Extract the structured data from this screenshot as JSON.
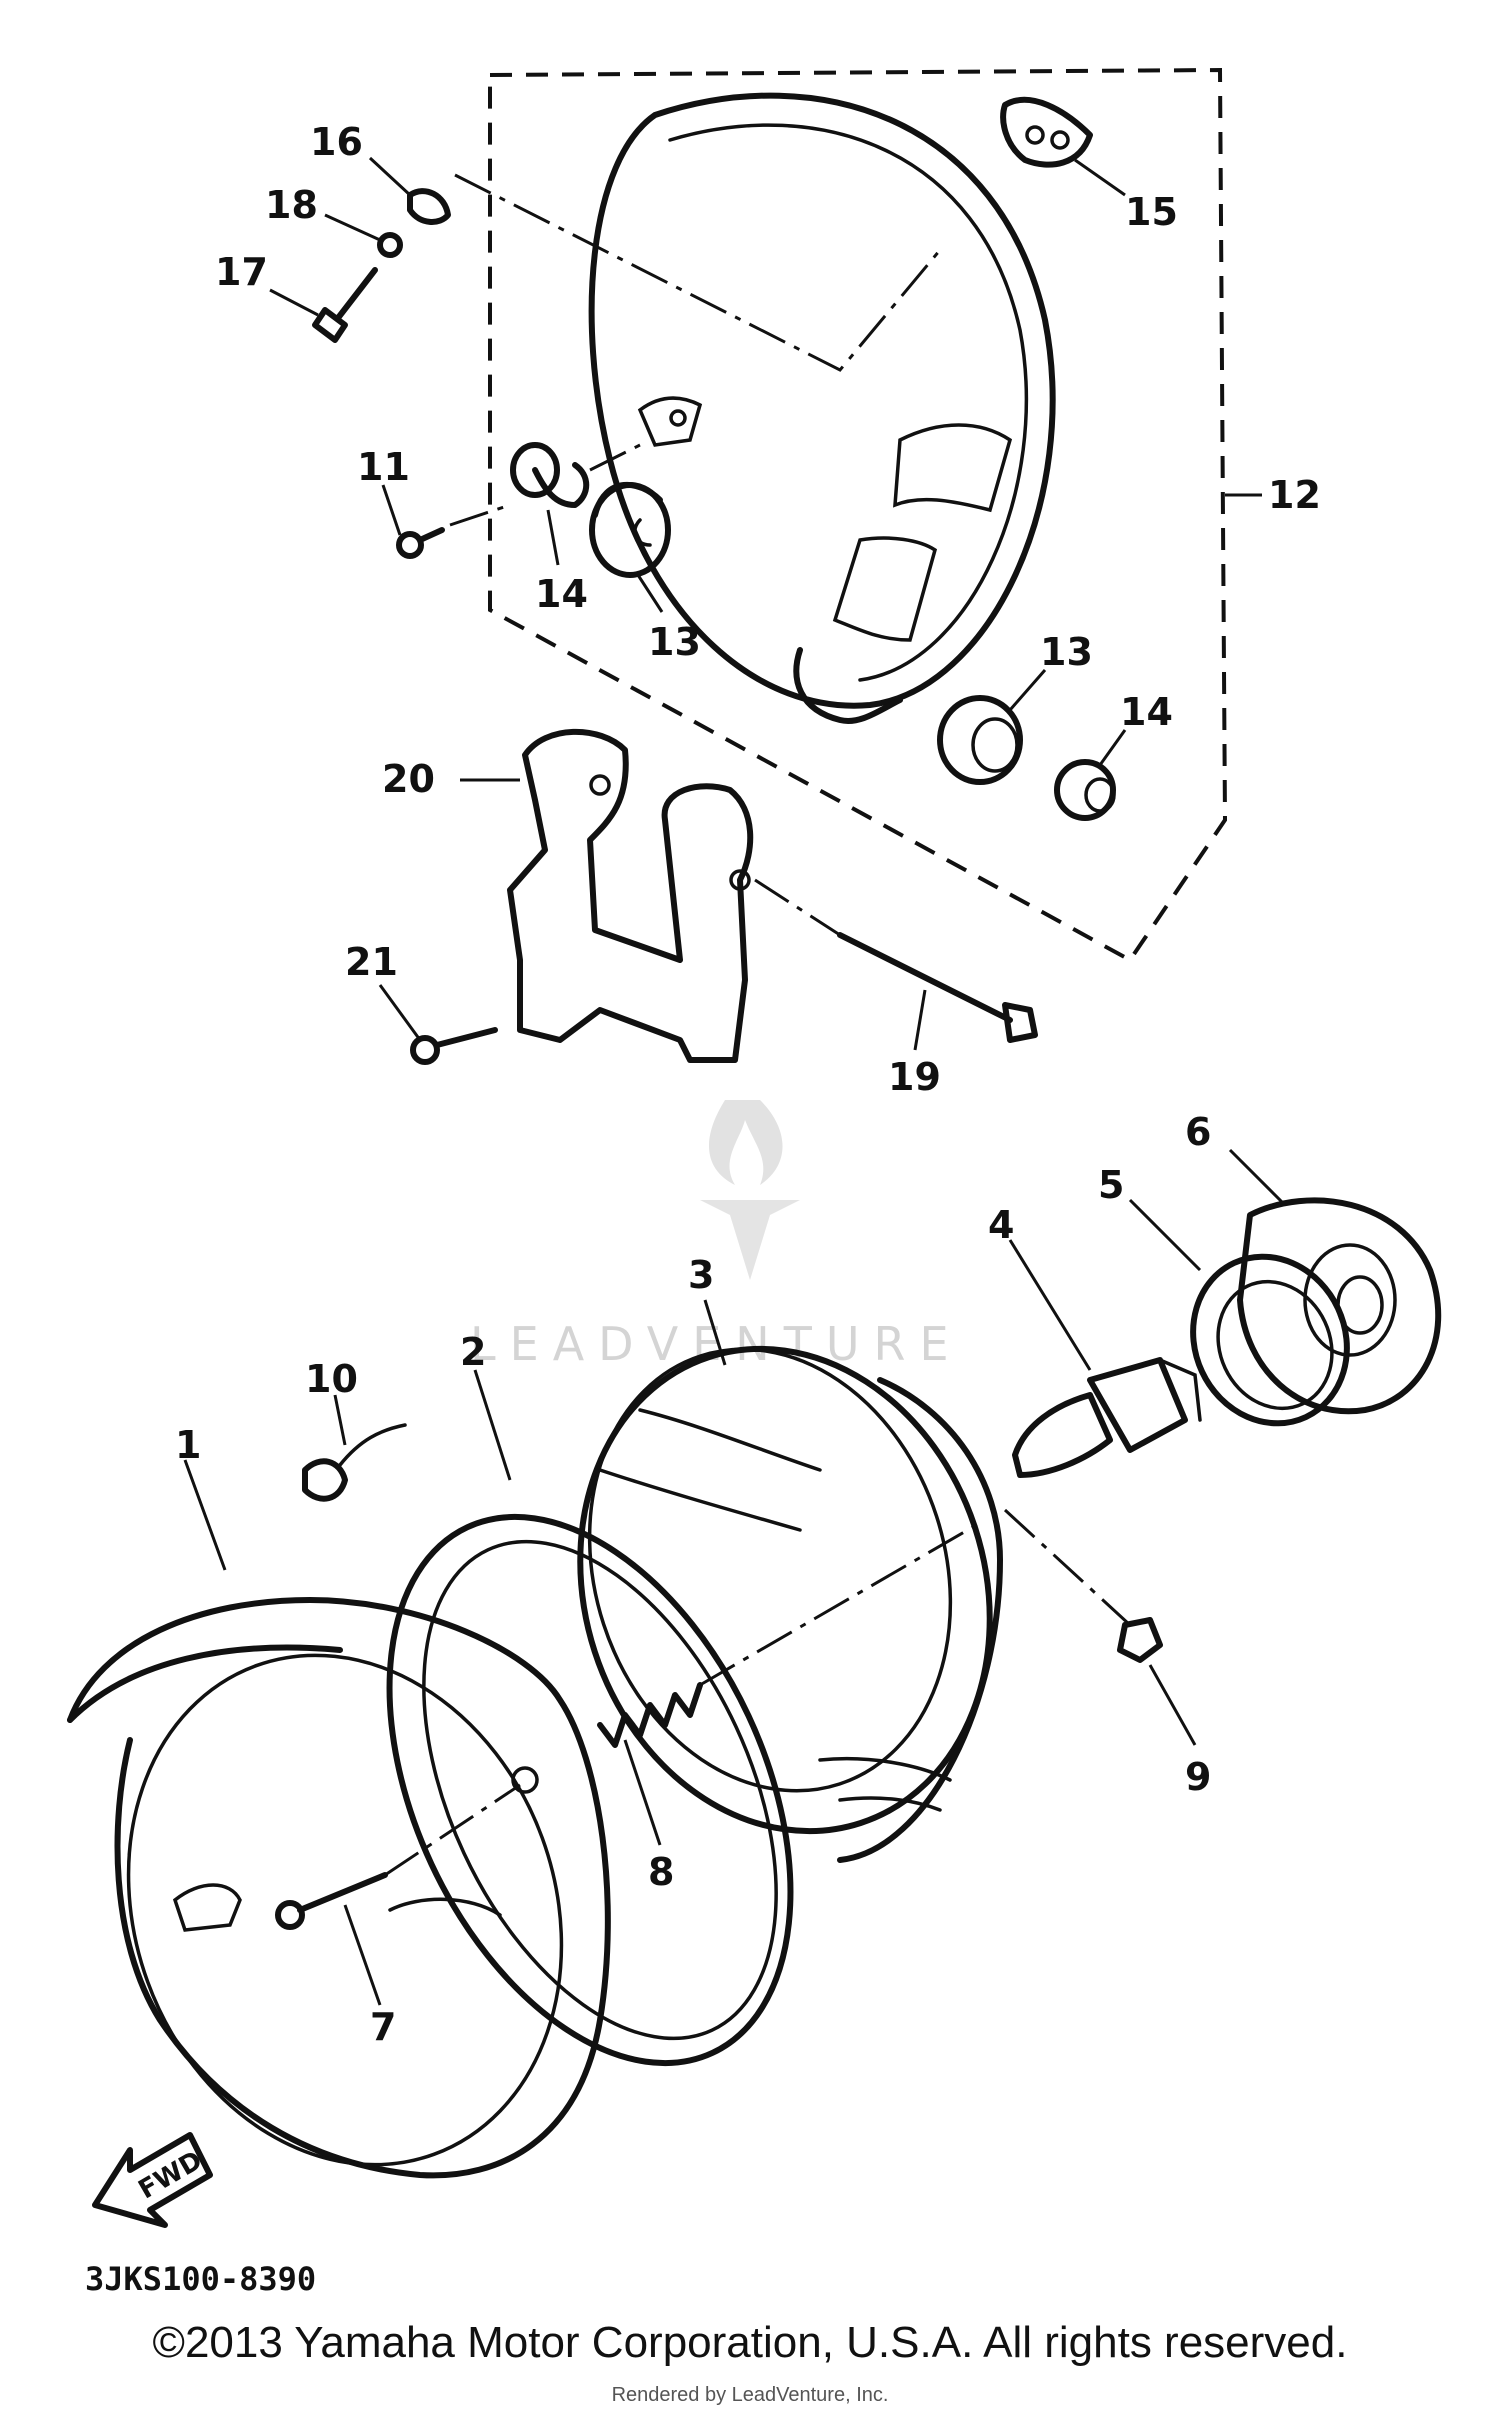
{
  "diagram": {
    "reference_code": "3JKS100-8390",
    "fwd_label": "FWD",
    "watermark": "LEADVENTURE",
    "callouts": [
      "1",
      "2",
      "3",
      "4",
      "5",
      "6",
      "7",
      "8",
      "9",
      "10",
      "11",
      "12",
      "13",
      "13",
      "14",
      "14",
      "15",
      "16",
      "17",
      "18",
      "19",
      "20",
      "21"
    ]
  },
  "footer": {
    "copyright": "©2013 Yamaha Motor Corporation, U.S.A. All rights reserved.",
    "rendered_by": "Rendered by LeadVenture, Inc."
  }
}
